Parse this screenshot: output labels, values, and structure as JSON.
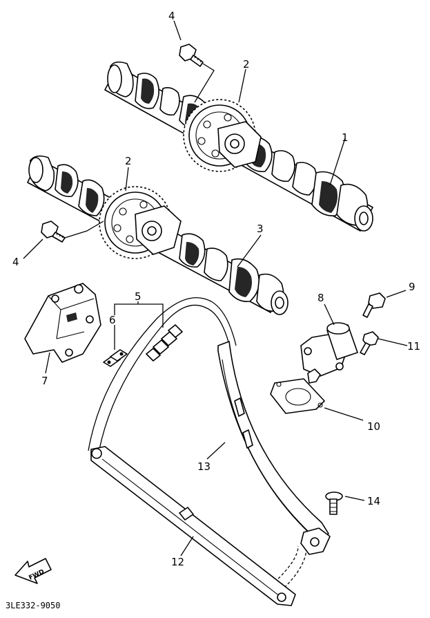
{
  "callouts": {
    "c1": "1",
    "c2a": "2",
    "c2b": "2",
    "c3": "3",
    "c4a": "4",
    "c4b": "4",
    "c5": "5",
    "c6": "6",
    "c7": "7",
    "c8": "8",
    "c9": "9",
    "c10": "10",
    "c11": "11",
    "c12": "12",
    "c13": "13",
    "c14": "14"
  },
  "fwd_label": "FWD",
  "drawing_code": "3LE332-9050",
  "colors": {
    "line": "#000000",
    "background": "#ffffff"
  }
}
